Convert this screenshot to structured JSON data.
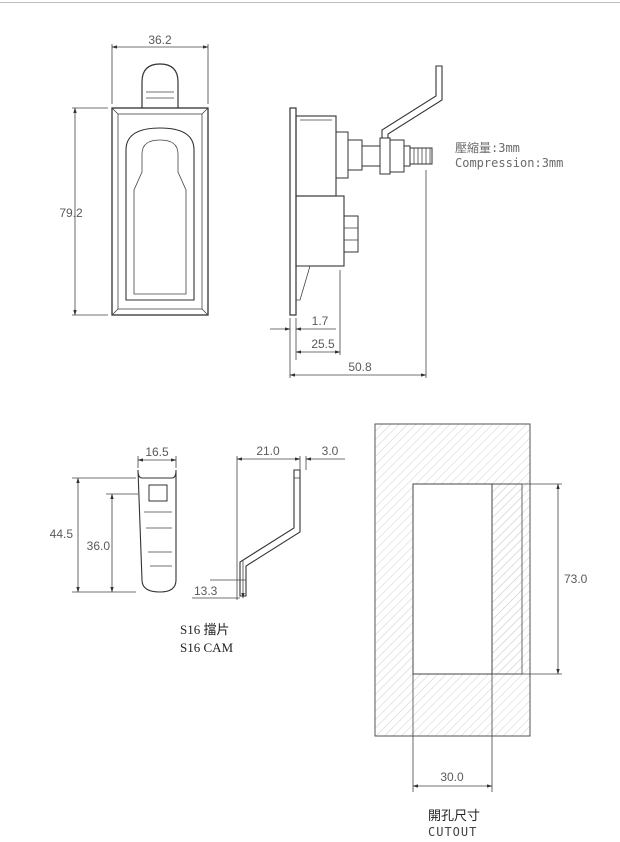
{
  "front_view": {
    "width_dim": "36.2",
    "height_dim": "79.2"
  },
  "side_view": {
    "dim_flange": "1.7",
    "dim_body": "25.5",
    "dim_total": "50.8",
    "compression_cn": "壓縮量:3mm",
    "compression_en": "Compression:3mm"
  },
  "cam_view": {
    "width_dim": "16.5",
    "length_outer": "44.5",
    "length_inner": "36.0",
    "offset_dim": "21.0",
    "thickness_dim": "3.0",
    "drop_dim": "13.3",
    "label_cn": "S16 擋片",
    "label_en": "S16 CAM"
  },
  "cutout_view": {
    "height_dim": "73.0",
    "width_dim": "30.0",
    "label_cn": "開孔尺寸",
    "label_en": "CUTOUT"
  }
}
